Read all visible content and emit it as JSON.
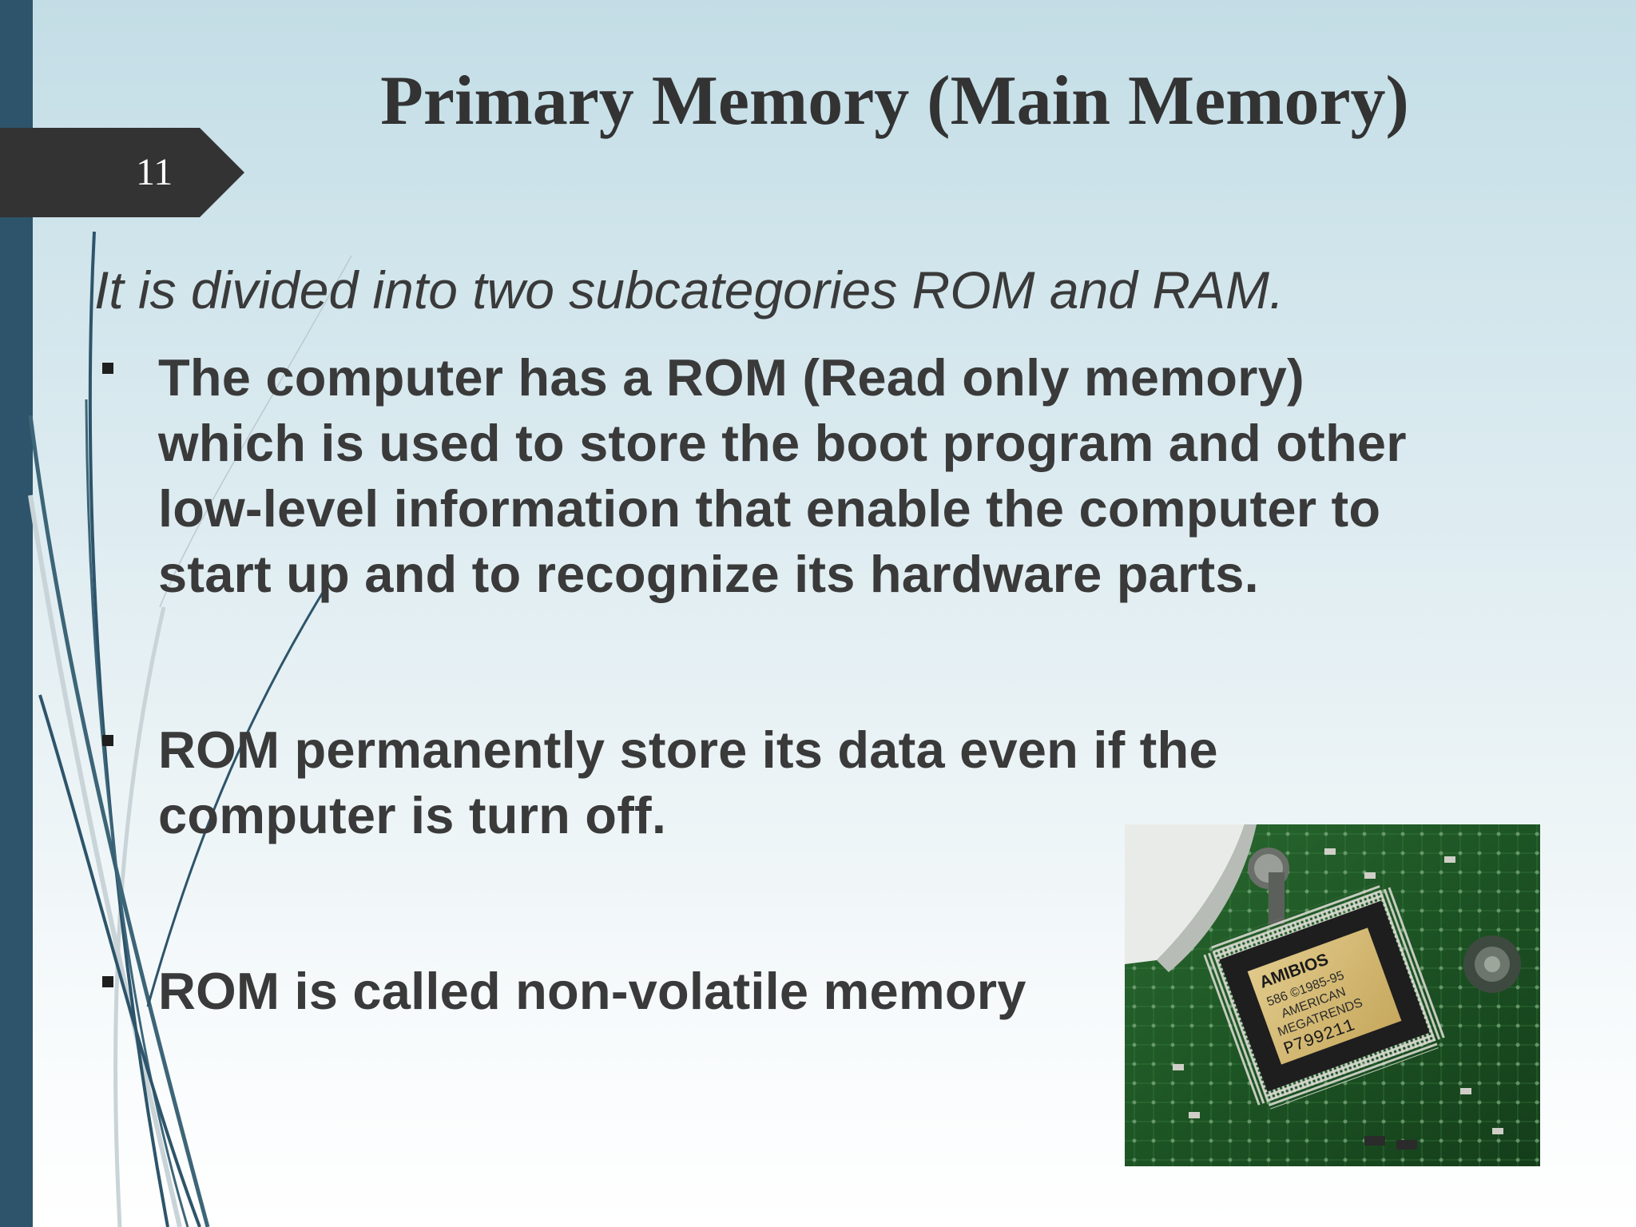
{
  "slide": {
    "number": "11",
    "title": "Primary Memory (Main Memory)",
    "subtitle": "It is divided into two subcategories ROM and RAM.",
    "bullets": [
      {
        "lines": [
          "The computer has a ROM (Read only memory)",
          "which is used to store the boot program and other",
          "low-level information that enable the computer to",
          "start up and to recognize its hardware parts."
        ]
      },
      {
        "lines": [
          "ROM permanently store its data even if the",
          "computer is turn off."
        ]
      },
      {
        "lines": [
          "ROM is called non-volatile memory"
        ]
      }
    ]
  },
  "photo": {
    "description_icon": "rom-chip-photo",
    "chip_label": {
      "brand": "AMIBIOS",
      "line2": "586 ©1985-95",
      "line3": "AMERICAN",
      "line4": "MEGATRENDS",
      "line5": "P799211"
    }
  },
  "colors": {
    "left_bar": "#2d546a",
    "number_tab": "#333333",
    "text": "#3a3a3a"
  }
}
